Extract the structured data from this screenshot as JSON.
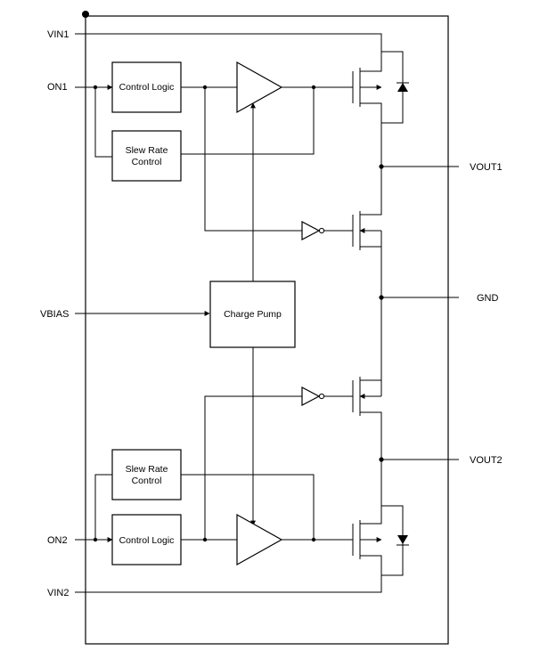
{
  "pins": {
    "vin1": "VIN1",
    "on1": "ON1",
    "vbias": "VBIAS",
    "on2": "ON2",
    "vin2": "VIN2",
    "vout1": "VOUT1",
    "gnd": "GND",
    "vout2": "VOUT2"
  },
  "blocks": {
    "control_logic_1": "Control Logic",
    "slew_rate_1_line1": "Slew Rate",
    "slew_rate_1_line2": "Control",
    "charge_pump": "Charge Pump",
    "slew_rate_2_line1": "Slew Rate",
    "slew_rate_2_line2": "Control",
    "control_logic_2": "Control Logic"
  }
}
